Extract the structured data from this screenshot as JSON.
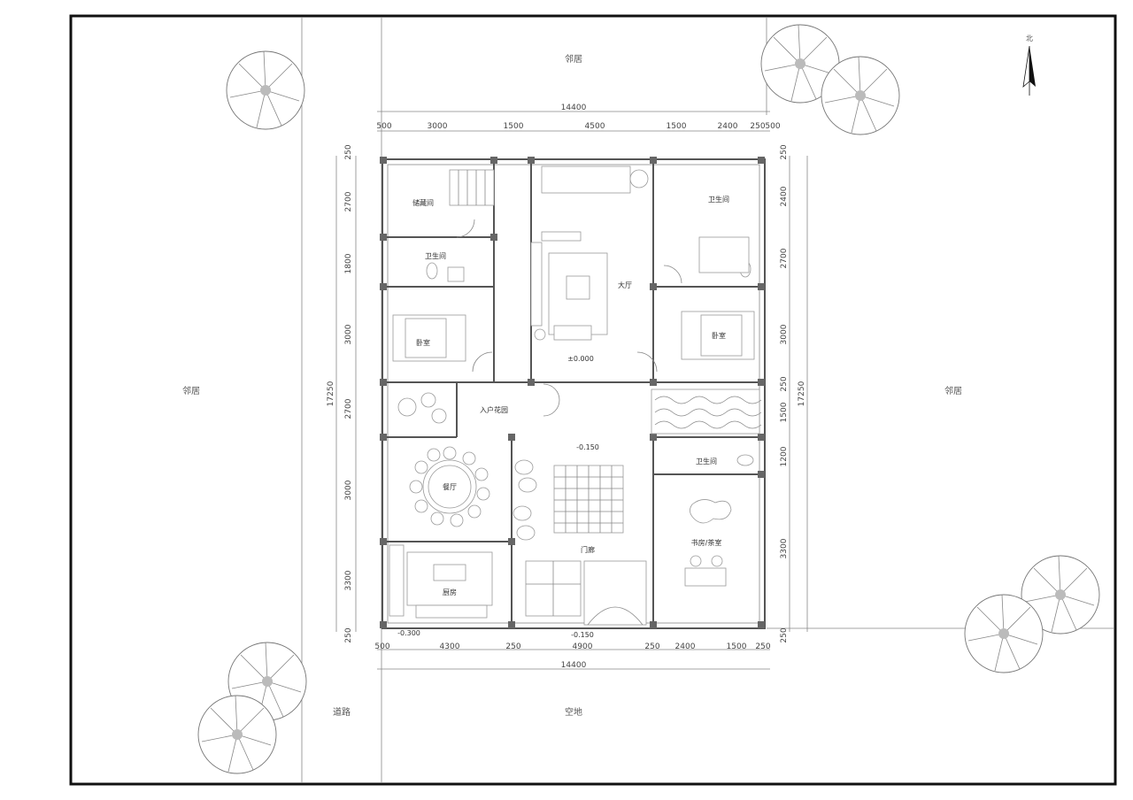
{
  "site": {
    "north_label": "北",
    "top_label": "邻居",
    "left_label": "邻居",
    "right_label": "邻居",
    "bottom_left_label": "道路",
    "bottom_label": "空地"
  },
  "dimensions": {
    "top_total": "14400",
    "top_segments": [
      "500",
      "3000",
      "1500",
      "4500",
      "1500",
      "2400",
      "250",
      "500"
    ],
    "bottom_total": "14400",
    "bottom_segments": [
      "500",
      "4300",
      "250",
      "4900",
      "250",
      "2400",
      "1500",
      "250"
    ],
    "left_total": "17250",
    "left_segments": [
      "250",
      "2700",
      "1800",
      "3000",
      "2700",
      "3000",
      "3300",
      "250"
    ],
    "right_total": "17250",
    "right_segments": [
      "250",
      "2400",
      "2700",
      "3000",
      "250",
      "1500",
      "1200",
      "3300",
      "250"
    ]
  },
  "rooms": [
    {
      "id": "storage",
      "label": "储藏间"
    },
    {
      "id": "wc1",
      "label": "卫生间"
    },
    {
      "id": "bed1",
      "label": "卧室"
    },
    {
      "id": "hall",
      "label": "大厅"
    },
    {
      "id": "hall_level",
      "label": "±0.000"
    },
    {
      "id": "wc2",
      "label": "卫生间"
    },
    {
      "id": "bed2",
      "label": "卧室"
    },
    {
      "id": "entry",
      "label": "入户花园"
    },
    {
      "id": "dining",
      "label": "餐厅"
    },
    {
      "id": "courtyard_level",
      "label": "-0.150"
    },
    {
      "id": "kitchen",
      "label": "厨房"
    },
    {
      "id": "wc3",
      "label": "卫生间"
    },
    {
      "id": "study",
      "label": "书房/茶室"
    },
    {
      "id": "bottom_level",
      "label": "-0.150"
    },
    {
      "id": "porch",
      "label": "门廊"
    },
    {
      "id": "bottom_left_level",
      "label": "-0.300"
    }
  ]
}
